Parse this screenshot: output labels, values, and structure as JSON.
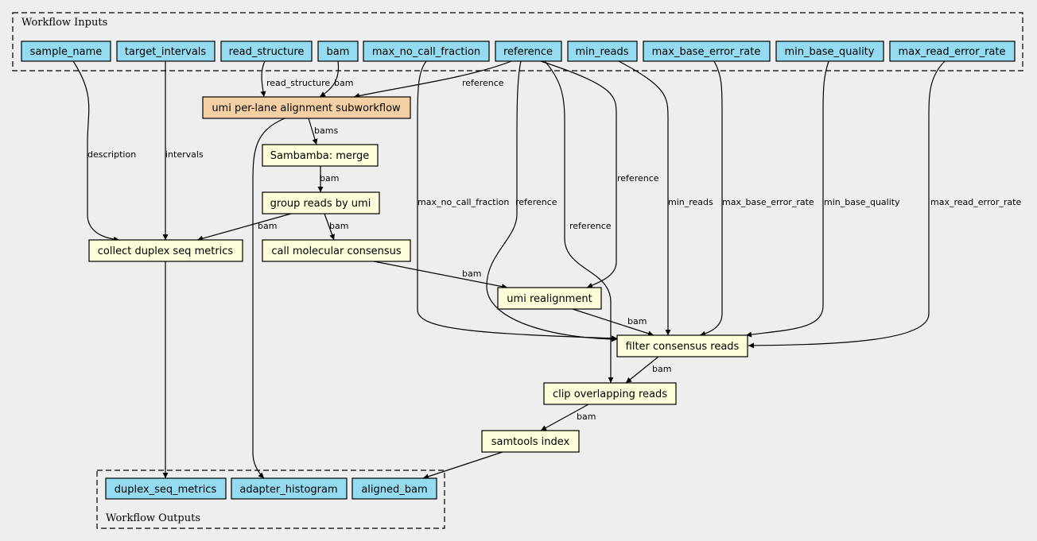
{
  "colors": {
    "background": "#eeeeee",
    "io_node": "#94dbf2",
    "subworkflow_node": "#f4d0a4",
    "task_node": "#fdfdd9"
  },
  "clusters": {
    "inputs": "Workflow Inputs",
    "outputs": "Workflow Outputs"
  },
  "nodes": {
    "sample_name": "sample_name",
    "target_intervals": "target_intervals",
    "read_structure": "read_structure",
    "bam": "bam",
    "max_no_call_fraction": "max_no_call_fraction",
    "reference": "reference",
    "min_reads": "min_reads",
    "max_base_error_rate": "max_base_error_rate",
    "min_base_quality": "min_base_quality",
    "max_read_error_rate": "max_read_error_rate",
    "umi_subworkflow": "umi per-lane alignment subworkflow",
    "sambamba_merge": "Sambamba: merge",
    "group_reads": "group reads by umi",
    "collect_metrics": "collect duplex seq metrics",
    "call_consensus": "call molecular consensus",
    "umi_realignment": "umi realignment",
    "filter_consensus": "filter consensus reads",
    "clip_overlapping": "clip overlapping reads",
    "samtools_index": "samtools index",
    "duplex_seq_metrics": "duplex_seq_metrics",
    "adapter_histogram": "adapter_histogram",
    "aligned_bam": "aligned_bam"
  },
  "edge_labels": {
    "read_structure": "read_structure",
    "bam": "bam",
    "reference": "reference",
    "bams": "bams",
    "description": "description",
    "intervals": "intervals",
    "max_no_call_fraction": "max_no_call_fraction",
    "min_reads": "min_reads",
    "max_base_error_rate": "max_base_error_rate",
    "min_base_quality": "min_base_quality",
    "max_read_error_rate": "max_read_error_rate"
  }
}
